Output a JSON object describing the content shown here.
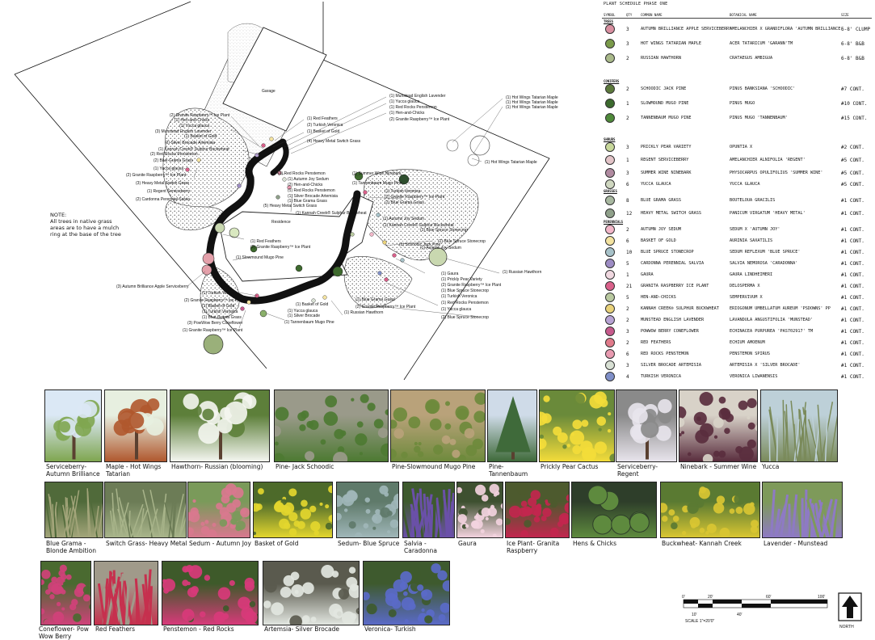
{
  "plan": {
    "garage_label": "Garage",
    "residence_label": "Residence",
    "note_title": "NOTE:",
    "note_text": "All trees in native grass areas are to have a mulch ring at the base of the tree",
    "callouts": [
      "(1) Munstead English Lavender",
      "(1) Yucca glauca",
      "(1) Red Rocks Penstemon",
      "(1) Hen-and-Chicks",
      "(2) Granite Raspberry™ Ice Plant",
      "(1) Hot Wings Tatarian Maple",
      "(1) Hot Wings Tatarian Maple",
      "(1) Hot Wings Tatarian Maple",
      "(2) Granite Raspberry™ Ice Plant",
      "(1) Hen-and-Chicks",
      "(1) Yucca glauca",
      "(1) Basket of Gold",
      "(3) Munstead English Lavender",
      "(2) Silver Brocade Artemisia",
      "(1) Kannah Creek® Sulphur Buckwheat",
      "(2) Red Rocks Penstemon",
      "(2) Blue Grama Grass",
      "(2) Granite Raspberry™ Ice Plant",
      "(1) Yucca glauca",
      "(3) Heavy Metal Switch Grass",
      "(1) Regent Serviceberry",
      "(2) Cardonna Perennial Salvia",
      "(1) Red Feathers",
      "(2) Turkish Veronica",
      "(1) Basket of Gold",
      "(4) Heavy Metal Switch Grass",
      "(3) Red Rocks Penstemon",
      "(1) Autumn Joy Sedum",
      "(2) Hen-and-Chicks",
      "(1) Red Rocks Penstemon",
      "(1) Silver Brocade Artemisia",
      "(5) Heavy Metal Switch Grass",
      "(1) Blue Grama Grass",
      "(1) Kannah Creek® Sulphur Buckwheat",
      "(1) Summer Wine Ninebark",
      "(1) Tannenbaum Mugo Pine",
      "(1) Turkish Veronica",
      "(2) Granite Raspberry™ Ice Plant",
      "(2) Blue Grama Grass",
      "(1) Red Feathers",
      "(2) Granite Raspberry™ Ice Plant",
      "(1) Slowmound Mugo Pine",
      "(3) Autumn Brilliance Apple Serviceberry",
      "(1) Turkish Veronica",
      "(2) Granite Raspberry™ Ice Plant",
      "(1) Basket of Gold",
      "(1) Turkish Veronica",
      "(1) Blue Grama Grass",
      "(3) PowWow Berry Coneflower",
      "(1) Granite Raspberry™ Ice Plant",
      "(1) Basket of Gold",
      "(1) Yucca glauca",
      "(1) Silver Brocade",
      "(1) Tannenbaum Mugo Pine",
      "(1) Russian Hawthorn",
      "(1) Gaura",
      "(1) Prickly Pear Variety",
      "(2) Granite Raspberry™ Ice Plant",
      "(1) Blue Spruce Stonecrop",
      "(1) Turkish Veronica",
      "(1) Blue Grama Grass",
      "(2) Granite Raspberry™ Ice Plant",
      "(1) Red Rocks Penstemon",
      "(1) Yucca glauca",
      "(1) Russian Hawthorn",
      "(2) Blue Spruce Stonecrop",
      "(1) Schoodic Jack Pine",
      "(1) Blue Spruce Stonecrop",
      "(1) Blue Spruce Stonecrop",
      "(1) Autumn Joy Sedum",
      "(1) Kannah Creek® Sulphur Buckwheat",
      "(1) Autumn Joy Sedum",
      "(1) Hot Wings Tatarian Maple"
    ]
  },
  "schedule": {
    "title": "PLANT SCHEDULE PHASE ONE",
    "headers": {
      "symbol": "SYMBOL",
      "qty": "QTY",
      "common": "COMMON NAME",
      "botanical": "BOTANICAL NAME",
      "size": "SIZE"
    },
    "categories": {
      "trees": "TREES",
      "conifers": "CONIFERS",
      "shrubs": "SHRUBS",
      "grasses": "GRASSES",
      "perennials": "PERENNIALS"
    },
    "rows": [
      {
        "qty": "3",
        "common": "AUTUMN BRILLIANCE APPLE SERVICEBERRY",
        "botanical": "AMELANCHIER X GRANDIFLORA 'AUTUMN BRILLIANCE'",
        "size": "6-8' CLUMP",
        "color": "#d98fa0"
      },
      {
        "qty": "3",
        "common": "HOT WINGS TATARIAN MAPLE",
        "botanical": "ACER TATARICUM 'GARANN'TM",
        "size": "6-8' B&B",
        "color": "#7a9a4a"
      },
      {
        "qty": "2",
        "common": "RUSSIAN HAWTHORN",
        "botanical": "CRATAEGUS AMBIGUA",
        "size": "6-8' B&B",
        "color": "#a9b98a"
      },
      {
        "qty": "2",
        "common": "SCHOODIC JACK PINE",
        "botanical": "PINUS BANKSIANA 'SCHOODIC'",
        "size": "#7 CONT.",
        "color": "#5d7a3c"
      },
      {
        "qty": "1",
        "common": "SLOWMOUND MUGO PINE",
        "botanical": "PINUS MUGO",
        "size": "#10 CONT.",
        "color": "#3c6a2e"
      },
      {
        "qty": "2",
        "common": "TANNENBAUM MUGO PINE",
        "botanical": "PINUS MUGO 'TANNENBAUM'",
        "size": "#15 CONT.",
        "color": "#4f8a3a"
      },
      {
        "qty": "3",
        "common": "PRICKLY PEAR VARIETY",
        "botanical": "OPUNTIA X",
        "size": "#2 CONT.",
        "color": "#c7d79a"
      },
      {
        "qty": "1",
        "common": "REGENT SERVICEBERRY",
        "botanical": "AMELANCHIER ALNIFOLIA 'REGENT'",
        "size": "#5 CONT.",
        "color": "#e3c4c8"
      },
      {
        "qty": "3",
        "common": "SUMMER WINE NINEBARK",
        "botanical": "PHYSOCARPUS OPULIFOLIUS 'SUMMER WINE'",
        "size": "#5 CONT.",
        "color": "#b08aa0"
      },
      {
        "qty": "6",
        "common": "YUCCA GLAUCA",
        "botanical": "YUCCA GLAUCA",
        "size": "#5 CONT.",
        "color": "#cfd7c0"
      },
      {
        "qty": "8",
        "common": "BLUE GRAMA GRASS",
        "botanical": "BOUTELOUA GRACILIS",
        "size": "#1 CONT.",
        "color": "#a8b8a0"
      },
      {
        "qty": "12",
        "common": "HEAVY METAL SWITCH GRASS",
        "botanical": "PANICUM VIRGATUM 'HEAVY METAL'",
        "size": "#1 CONT.",
        "color": "#8fa08a"
      },
      {
        "qty": "2",
        "common": "AUTUMN JOY SEDUM",
        "botanical": "SEDUM X 'AUTUMN JOY'",
        "size": "#1 CONT.",
        "color": "#f2b7c9"
      },
      {
        "qty": "6",
        "common": "BASKET OF GOLD",
        "botanical": "AURINIA SAXATILIS",
        "size": "#1 CONT.",
        "color": "#f4e3a0"
      },
      {
        "qty": "10",
        "common": "BLUE SPRUCE STONECROP",
        "botanical": "SEDUM REFLEXUM 'BLUE SPRUCE'",
        "size": "#1 CONT.",
        "color": "#a7c2c9"
      },
      {
        "qty": "5",
        "common": "CARDONNA PERENNIAL SALVIA",
        "botanical": "SALVIA NEMOROSA 'CARADONNA'",
        "size": "#1 CONT.",
        "color": "#9d8cc4"
      },
      {
        "qty": "1",
        "common": "GAURA",
        "botanical": "GAURA LINDHEIMERI",
        "size": "#1 CONT.",
        "color": "#f0d8e0"
      },
      {
        "qty": "21",
        "common": "GRANITA RASPBERRY ICE PLANT",
        "botanical": "DELOSPERMA X",
        "size": "#1 CONT.",
        "color": "#d9608a"
      },
      {
        "qty": "5",
        "common": "HEN-AND-CHICKS",
        "botanical": "SEMPERVIVUM X",
        "size": "#1 CONT.",
        "color": "#b9c9a0"
      },
      {
        "qty": "2",
        "common": "KANNAH CREEK® SULPHUR BUCKWHEAT",
        "botanical": "ERIOGONUM UMBELLATUM AUREUM 'PSDOWNS' PP",
        "size": "#1 CONT.",
        "color": "#e9d27a"
      },
      {
        "qty": "2",
        "common": "MUNSTEAD ENGLISH LAVENDER",
        "botanical": "LAVANDULA ANGUSTIFOLIA 'MUNSTEAD'",
        "size": "#1 CONT.",
        "color": "#b7a3d4"
      },
      {
        "qty": "3",
        "common": "POWWOW BERRY CONEFLOWER",
        "botanical": "ECHINACEA PURPUREA 'PAS702917' TM",
        "size": "#1 CONT.",
        "color": "#c65a8c"
      },
      {
        "qty": "2",
        "common": "RED FEATHERS",
        "botanical": "ECHIUM AMOENUM",
        "size": "#1 CONT.",
        "color": "#e07a8a"
      },
      {
        "qty": "6",
        "common": "RED ROCKS PENSTEMON",
        "botanical": "PENSTEMON SPIRUS",
        "size": "#1 CONT.",
        "color": "#e89ab0"
      },
      {
        "qty": "3",
        "common": "SILVER BROCADE ARTEMISIA",
        "botanical": "ARTEMISIA X 'SILVER BROCADE'",
        "size": "#1 CONT.",
        "color": "#d8e0d4"
      },
      {
        "qty": "4",
        "common": "TURKISH VERONICA",
        "botanical": "VERONICA LIWANENSIS",
        "size": "#1 CONT.",
        "color": "#7f8fc8"
      }
    ]
  },
  "photos": [
    {
      "caption": "Serviceberry- Autumn Brilliance",
      "c1": "#7fa650",
      "c2": "#dbe8f5",
      "kind": "tree"
    },
    {
      "caption": "Maple - Hot Wings Tatarian",
      "c1": "#b0582e",
      "c2": "#e7efe0",
      "kind": "tree"
    },
    {
      "caption": "Hawthorn- Russian (blooming)",
      "c1": "#f4f6f0",
      "c2": "#5d7f3a",
      "kind": "bloom"
    },
    {
      "caption": "Pine- Jack Schoodic",
      "c1": "#4d7a32",
      "c2": "#9a9a8a",
      "kind": "shrub"
    },
    {
      "caption": "Pine-Slowmound Mugo Pine",
      "c1": "#6e8a3c",
      "c2": "#b9a27a",
      "kind": "shrub"
    },
    {
      "caption": "Pine- Tannenbaum",
      "c1": "#3f6a3a",
      "c2": "#cfdbe8",
      "kind": "conifer"
    },
    {
      "caption": "Prickly Pear Cactus",
      "c1": "#f3dc3a",
      "c2": "#6a8a3a",
      "kind": "flower"
    },
    {
      "caption": "Serviceberry- Regent",
      "c1": "#e8e4ec",
      "c2": "#8a8a8a",
      "kind": "bloom"
    },
    {
      "caption": "Ninebark - Summer Wine",
      "c1": "#5a2e3e",
      "c2": "#d8d2c8",
      "kind": "shrub"
    },
    {
      "caption": "Yucca",
      "c1": "#7a8a5a",
      "c2": "#bdd0d8",
      "kind": "yucca"
    },
    {
      "caption": "Blue Grama - Blonde Ambition",
      "c1": "#a3a57a",
      "c2": "#506a3a",
      "kind": "grass"
    },
    {
      "caption": "Switch Grass- Heavy Metal",
      "c1": "#a8b48a",
      "c2": "#6c7c56",
      "kind": "grass"
    },
    {
      "caption": "Sedum - Autumn Joy",
      "c1": "#d8788e",
      "c2": "#7a9a5a",
      "kind": "flower"
    },
    {
      "caption": "Basket of Gold",
      "c1": "#e3d62e",
      "c2": "#4d6a2a",
      "kind": "flower"
    },
    {
      "caption": "Sedum- Blue Spruce",
      "c1": "#9fb6b8",
      "c2": "#5f7a6a",
      "kind": "shrub"
    },
    {
      "caption": "Salvia - Caradonna",
      "c1": "#6a50a8",
      "c2": "#3e5a2e",
      "kind": "spike"
    },
    {
      "caption": "Gaura",
      "c1": "#f2d2de",
      "c2": "#3e5030",
      "kind": "flower"
    },
    {
      "caption": "Ice Plant- Granita Raspberry",
      "c1": "#c2264e",
      "c2": "#4d5a2e",
      "kind": "flower"
    },
    {
      "caption": "Hens & Chicks",
      "c1": "#5e8a3e",
      "c2": "#2e3e2a",
      "kind": "rosette"
    },
    {
      "caption": "Buckwheat- Kannah Creek",
      "c1": "#d9c632",
      "c2": "#5a7a32",
      "kind": "flower"
    },
    {
      "caption": "Lavender - Munstead",
      "c1": "#8e7ac4",
      "c2": "#7e9a5a",
      "kind": "spike"
    },
    {
      "caption": "Coneflower- Pow Wow Berry",
      "c1": "#d0417a",
      "c2": "#4a6a30",
      "kind": "flower"
    },
    {
      "caption": "Red Feathers",
      "c1": "#c6304e",
      "c2": "#a09a8a",
      "kind": "spike"
    },
    {
      "caption": "Penstemon - Red Rocks",
      "c1": "#d83a7a",
      "c2": "#3e5a2a",
      "kind": "flower"
    },
    {
      "caption": "Artemsia- Silver Brocade",
      "c1": "#e2e6e0",
      "c2": "#5a5a4e",
      "kind": "shrub"
    },
    {
      "caption": "Veronica- Turkish",
      "c1": "#5a6ac8",
      "c2": "#3e5a2e",
      "kind": "flower"
    }
  ],
  "scale": {
    "top_labels": [
      "0'",
      "20'",
      "60'",
      "100'"
    ],
    "bottom_labels": [
      "10'",
      "40'"
    ],
    "text": "SCALE 1\"=20'0\""
  },
  "north": {
    "label": "NORTH"
  }
}
